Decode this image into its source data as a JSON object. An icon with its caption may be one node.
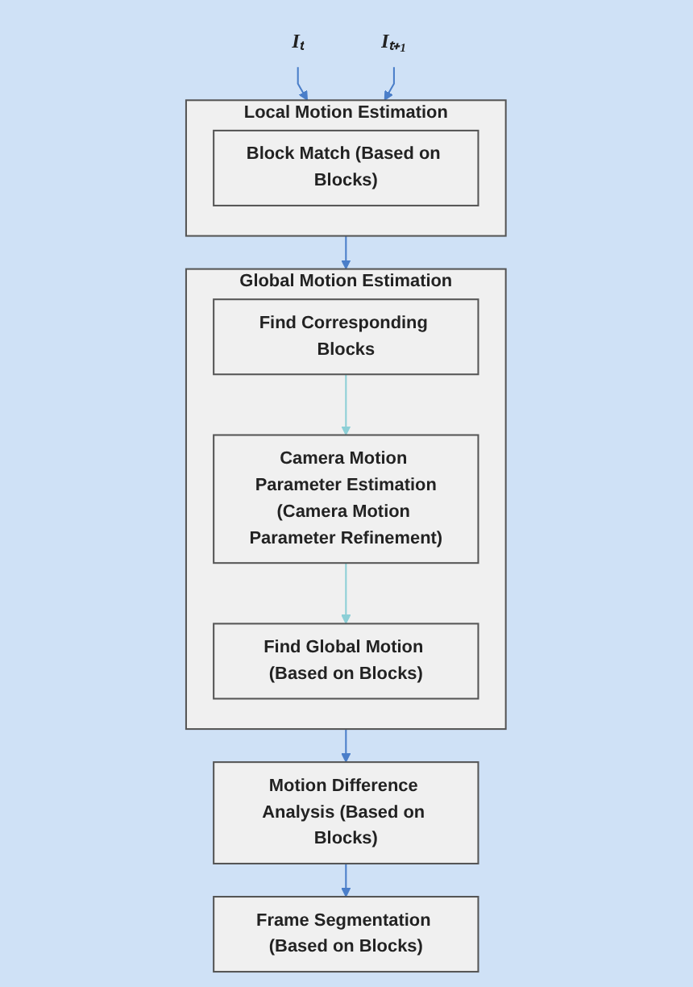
{
  "diagram": {
    "nodes": [
      {
        "text": [
          "Iₜ"
        ]
      },
      {
        "text": [
          "Iₜ₊₁"
        ]
      },
      {
        "text": [
          "Local Motion Estimation"
        ]
      },
      {
        "text": [
          "Block Match (Based on Blocks)"
        ],
        "in": 2
      },
      {
        "text": [
          "Global Motion Estimation"
        ]
      },
      {
        "text": [
          "Find Corresponding Blocks"
        ],
        "in": 4
      },
      {
        "text": [
          "Camera Motion Parameter Estimation",
          "(Camera Motion Parameter Refinement)"
        ],
        "in": 4
      },
      {
        "text": [
          "Find Global Motion (Based on Blocks)"
        ],
        "in": 4
      },
      {
        "text": [
          "Motion Difference Analysis (Based on Blocks)"
        ]
      },
      {
        "text": [
          "Frame Segmentation (Based on Blocks)"
        ]
      }
    ],
    "edges": [
      {
        "from": 0,
        "to": 2,
        "arrow": "to"
      },
      {
        "from": 1,
        "to": 2,
        "arrow": "to"
      },
      {
        "from": 2,
        "to": 4,
        "arrow": "to"
      },
      {
        "from": 5,
        "to": 6,
        "arrow": "to",
        "color": "#8ccfd6"
      },
      {
        "from": 6,
        "to": 7,
        "arrow": "to",
        "color": "#8ccfd6"
      },
      {
        "from": 4,
        "to": 8,
        "arrow": "to"
      },
      {
        "from": 8,
        "to": 9,
        "arrow": "to"
      }
    ]
  }
}
